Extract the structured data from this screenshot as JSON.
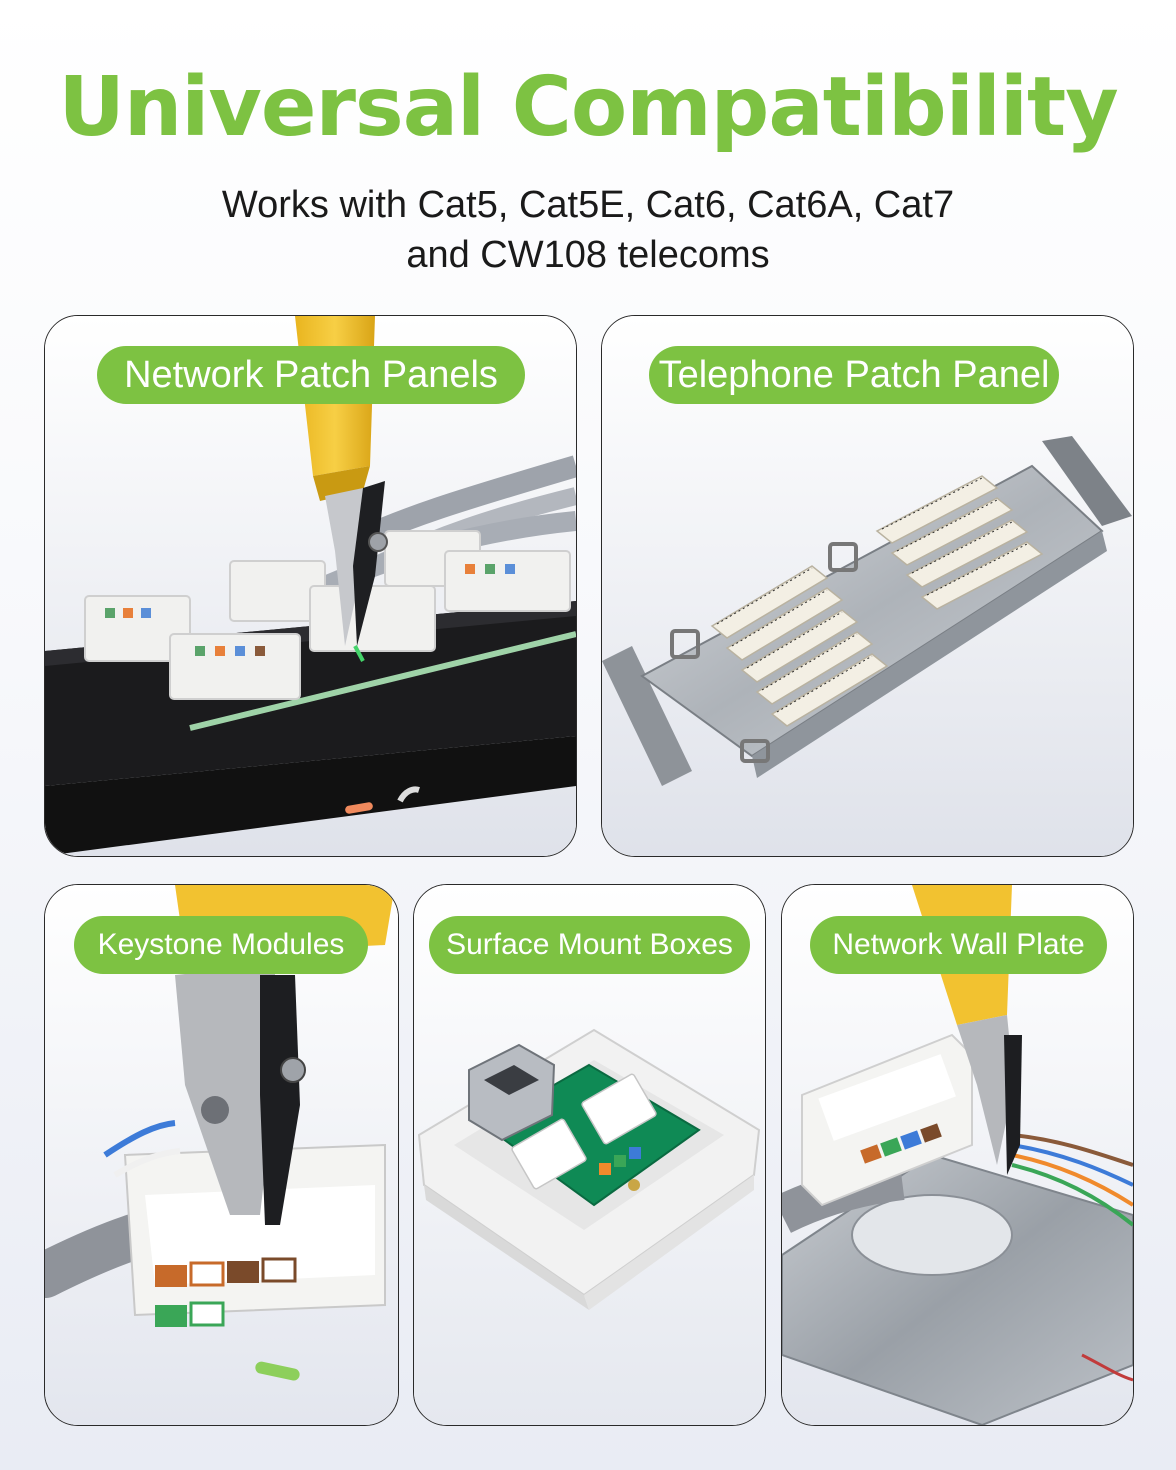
{
  "header": {
    "title": "Universal Compatibility",
    "subtitle_line1": "Works with Cat5, Cat5E, Cat6, Cat6A, Cat7",
    "subtitle_line2": "and CW108 telecoms"
  },
  "cards": {
    "network_patch_panels": {
      "label": "Network Patch Panels"
    },
    "telephone_patch_panel": {
      "label": "Telephone Patch Panel"
    },
    "keystone_modules": {
      "label": "Keystone Modules"
    },
    "surface_mount_boxes": {
      "label": "Surface Mount Boxes"
    },
    "network_wall_plate": {
      "label": "Network Wall Plate"
    }
  },
  "colors": {
    "accent_green": "#7dc242",
    "text_dark": "#1a1a1a",
    "tool_yellow": "#f2c230",
    "pcb_green": "#0f8a55"
  }
}
